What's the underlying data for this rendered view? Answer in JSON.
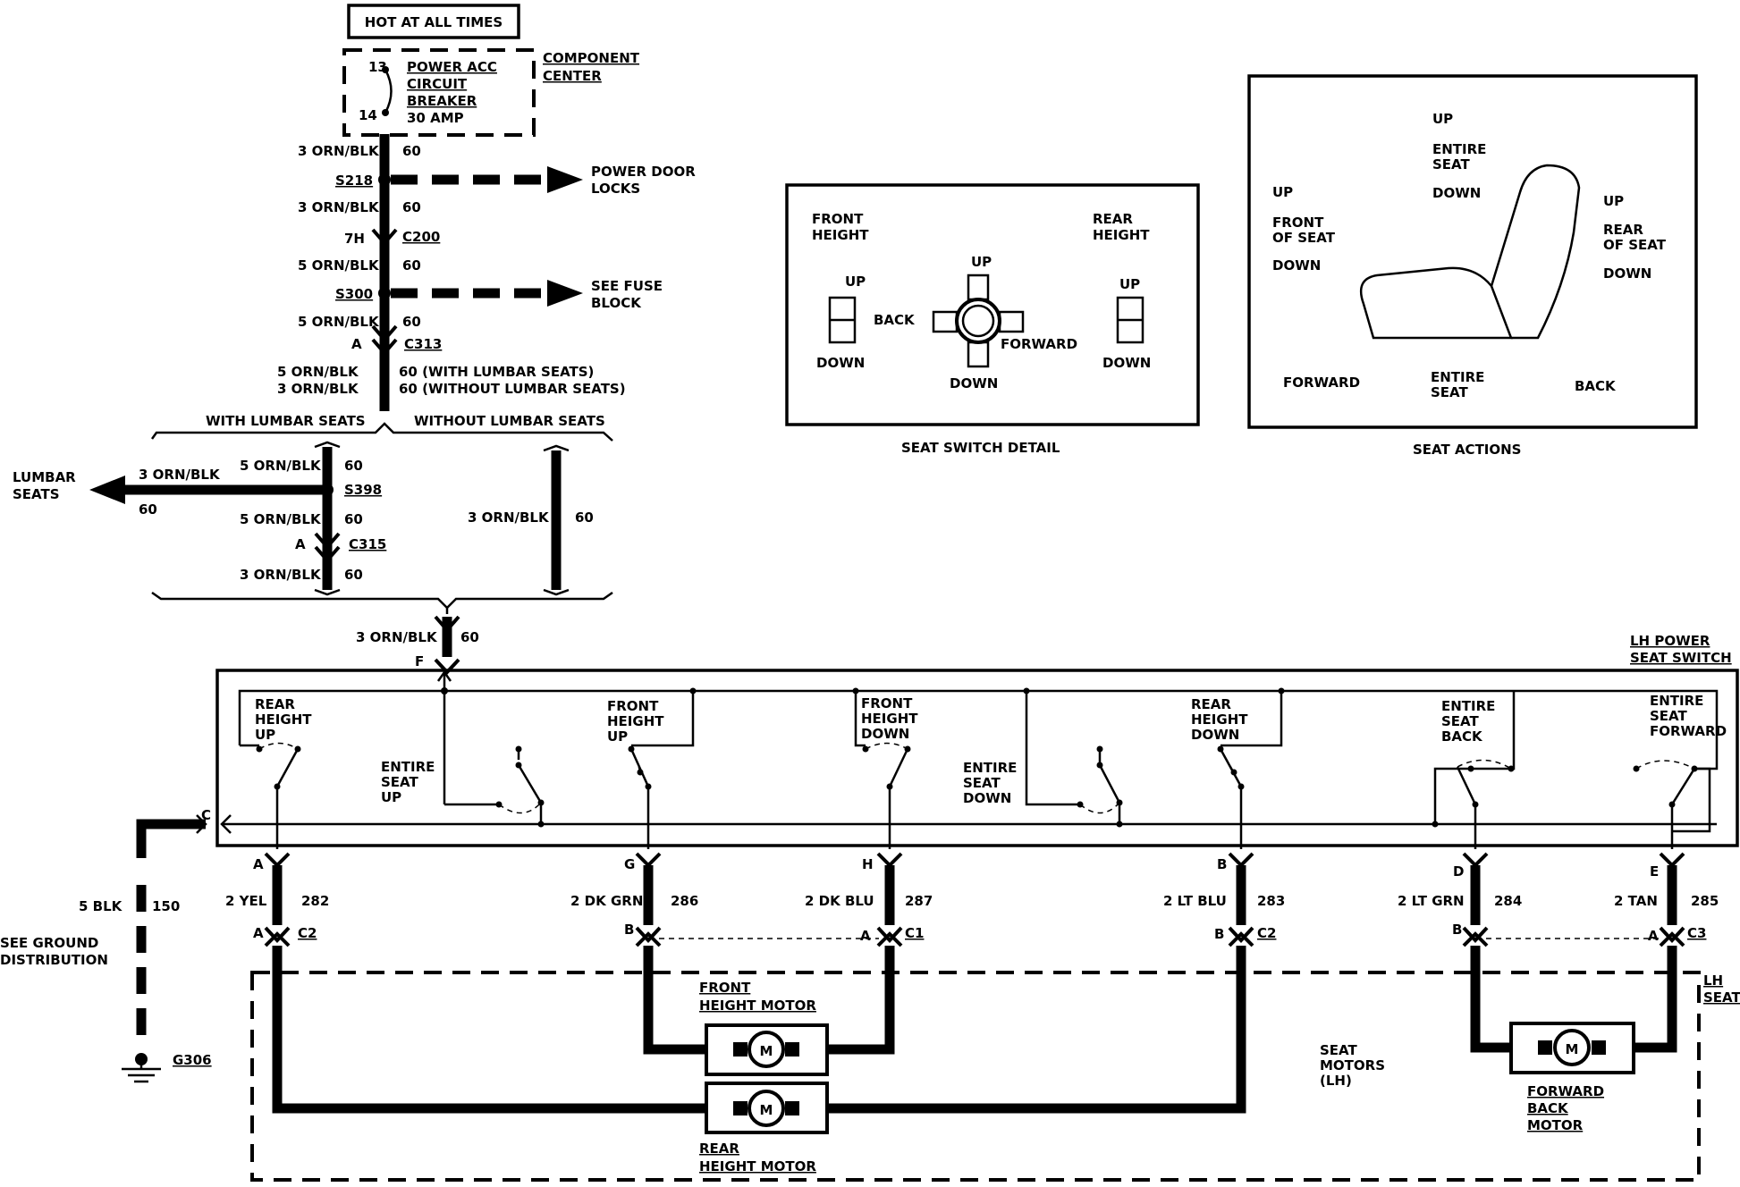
{
  "top": {
    "hot_at_all_times": "HOT AT ALL TIMES",
    "component_center": [
      "COMPONENT",
      "CENTER"
    ],
    "breaker_lines": [
      "POWER ACC",
      "CIRCUIT",
      "BREAKER",
      "30 AMP"
    ],
    "pin_13": "13",
    "pin_14": "14"
  },
  "feed": {
    "w1": "3 ORN/BLK",
    "c1": "60",
    "s218": "S218",
    "power_door_locks": [
      "POWER DOOR",
      "LOCKS"
    ],
    "w2": "3 ORN/BLK",
    "c2": "60",
    "pin_7h": "7H",
    "c200": "C200",
    "w3": "5 ORN/BLK",
    "c3": "60",
    "s300": "S300",
    "see_fuse_block": [
      "SEE FUSE",
      "BLOCK"
    ],
    "w4": "5 ORN/BLK",
    "c4": "60",
    "pin_a": "A",
    "c313": "C313",
    "w5a": "5  ORN/BLK",
    "w5b": "3 ORN/BLK",
    "c5a": "60 (WITH LUMBAR SEATS)",
    "c5b": "60 (WITHOUT LUMBAR SEATS)"
  },
  "options": {
    "with_lumbar": "WITH LUMBAR SEATS",
    "without_lumbar": "WITHOUT LUMBAR SEATS",
    "lumbar_seats": [
      "LUMBAR",
      "SEATS"
    ],
    "lumbar_wire": "3 ORN/BLK",
    "lumbar_circuit": "60",
    "w6": "5 ORN/BLK",
    "c6": "60",
    "s398": "S398",
    "w7": "5 ORN/BLK",
    "c7": "60",
    "pin_a": "A",
    "c315": "C315",
    "w8": "3 ORN/BLK",
    "c8": "60",
    "w9": "3 ORN/BLK",
    "c9": "60",
    "w10": "3 ORN/BLK",
    "c10": "60",
    "pin_f": "F"
  },
  "switch_detail": {
    "front_height": [
      "FRONT",
      "HEIGHT"
    ],
    "rear_height": [
      "REAR",
      "HEIGHT"
    ],
    "up_left": "UP",
    "down_left": "DOWN",
    "up_mid": "UP",
    "down_mid": "DOWN",
    "back": "BACK",
    "forward": "FORWARD",
    "up_right": "UP",
    "down_right": "DOWN",
    "caption": "SEAT SWITCH DETAIL"
  },
  "seat_actions": {
    "up_top": "UP",
    "entire_seat_top": [
      "ENTIRE",
      "SEAT"
    ],
    "down_top": "DOWN",
    "up_left": "UP",
    "front_of_seat": [
      "FRONT",
      "OF SEAT"
    ],
    "down_left": "DOWN",
    "up_right": "UP",
    "rear_of_seat": [
      "REAR",
      "OF SEAT"
    ],
    "down_right": "DOWN",
    "forward": "FORWARD",
    "entire_seat_bottom": [
      "ENTIRE",
      "SEAT"
    ],
    "back": "BACK",
    "caption": "SEAT ACTIONS"
  },
  "power_switch": {
    "title": [
      "LH POWER",
      "SEAT SWITCH"
    ],
    "pin_c": "C",
    "rear_height_up": [
      "REAR",
      "HEIGHT",
      "UP"
    ],
    "entire_seat_up": [
      "ENTIRE",
      "SEAT",
      "UP"
    ],
    "front_height_up": [
      "FRONT",
      "HEIGHT",
      "UP"
    ],
    "front_height_down": [
      "FRONT",
      "HEIGHT",
      "DOWN"
    ],
    "entire_seat_down": [
      "ENTIRE",
      "SEAT",
      "DOWN"
    ],
    "rear_height_down": [
      "REAR",
      "HEIGHT",
      "DOWN"
    ],
    "entire_seat_back": [
      "ENTIRE",
      "SEAT",
      "BACK"
    ],
    "entire_seat_forward": [
      "ENTIRE",
      "SEAT",
      "FORWARD"
    ]
  },
  "outputs": {
    "pins_top": [
      "A",
      "G",
      "H",
      "B",
      "D",
      "E"
    ],
    "wires": [
      "2 YEL",
      "2 DK GRN",
      "2 DK BLU",
      "2 LT BLU",
      "2 LT GRN",
      "2 TAN"
    ],
    "circuits": [
      "282",
      "286",
      "287",
      "283",
      "284",
      "285"
    ],
    "pins_bottom": [
      "A",
      "B",
      "A",
      "B",
      "B",
      "A"
    ],
    "connectors": [
      "C2",
      "C1",
      "C2",
      "C3"
    ]
  },
  "ground": {
    "wire": "5 BLK",
    "circuit": "150",
    "see_ground": [
      "SEE GROUND",
      "DISTRIBUTION"
    ],
    "g306": "G306"
  },
  "motors": {
    "lh_seat": [
      "LH",
      "SEAT"
    ],
    "seat_motors": [
      "SEAT",
      "MOTORS",
      "(LH)"
    ],
    "front_height_motor": [
      "FRONT",
      "HEIGHT MOTOR"
    ],
    "rear_height_motor": [
      "REAR",
      "HEIGHT MOTOR"
    ],
    "forward_back_motor": [
      "FORWARD",
      "BACK",
      "MOTOR"
    ],
    "m": "M"
  }
}
